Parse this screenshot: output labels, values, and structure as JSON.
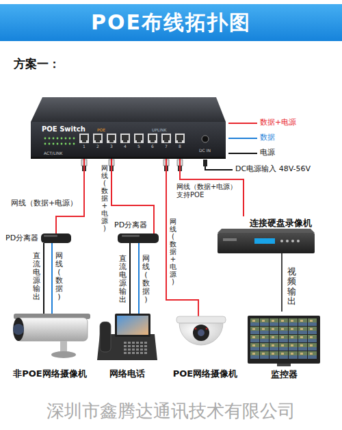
{
  "diagram": {
    "title": "POE布线拓扑图",
    "nodes": [
      {
        "text": [
          "POE Switch"
        ]
      },
      {
        "text": [
          "PD分离器"
        ]
      },
      {
        "text": [
          "PD分离器"
        ]
      },
      {
        "text": [
          "非POE网络摄像机"
        ]
      },
      {
        "text": [
          "网络电话"
        ]
      },
      {
        "text": [
          "POE网络摄像机"
        ]
      },
      {
        "text": [
          "连接硬盘录像机"
        ]
      },
      {
        "text": [
          "监控器"
        ]
      }
    ],
    "edges": [
      {
        "from": 0,
        "to": 1,
        "label": "网线（数据+电源）",
        "arrow": "none"
      },
      {
        "from": 0,
        "to": 2,
        "label": "网线(数据+电源)",
        "arrow": "none"
      },
      {
        "from": 0,
        "to": 5,
        "label": "网线(数据+电源)",
        "arrow": "none"
      },
      {
        "from": 0,
        "to": 6,
        "label": "网线（数据+电源） 支持POE",
        "arrow": "none"
      },
      {
        "from": 1,
        "to": 3,
        "label": "直流电源输出",
        "arrow": "none"
      },
      {
        "from": 1,
        "to": 3,
        "label": "网线(数据)",
        "arrow": "none"
      },
      {
        "from": 2,
        "to": 4,
        "label": "直流电源输出",
        "arrow": "none"
      },
      {
        "from": 2,
        "to": 4,
        "label": "网线(数据)",
        "arrow": "none"
      },
      {
        "from": 6,
        "to": 7,
        "label": "视频输出",
        "arrow": "none"
      }
    ],
    "labels": [
      "方案一：",
      "POE",
      "UPLINK",
      "1",
      "2",
      "3",
      "4",
      "5",
      "6",
      "7",
      "8",
      "ACT/LINK",
      "DC IN",
      "DC电源输入 48V-56V",
      "深圳市鑫腾达通讯技术有限公司"
    ],
    "legend": [
      {
        "text": "数据+电源"
      },
      {
        "text": "数据"
      },
      {
        "text": "电源"
      }
    ]
  }
}
